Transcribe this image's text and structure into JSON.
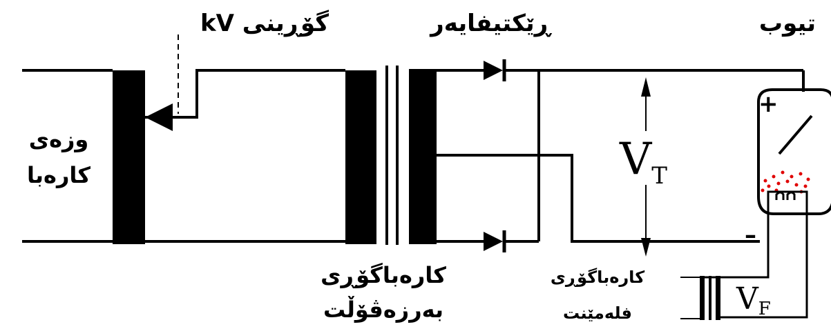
{
  "labels": {
    "kv_selector": "گۆڕینی kV",
    "rectifier": "ڕێکتیفایەر",
    "tube": "تیوب",
    "mains_line1": "وزەی",
    "mains_line2": "کارەبا",
    "hv_transformer_line1": "کارەباگۆڕی",
    "hv_transformer_line2": "بەرزەڤۆڵت",
    "filament_transformer_line1": "کارەباگۆڕی",
    "filament_transformer_line2": "فلەمێنت",
    "tube_voltage_main": "V",
    "tube_voltage_sub": "T",
    "filament_voltage_main": "V",
    "filament_voltage_sub": "F",
    "plus": "+",
    "minus": "–"
  },
  "colors": {
    "line": "#000000",
    "electrons": "#e00000"
  }
}
